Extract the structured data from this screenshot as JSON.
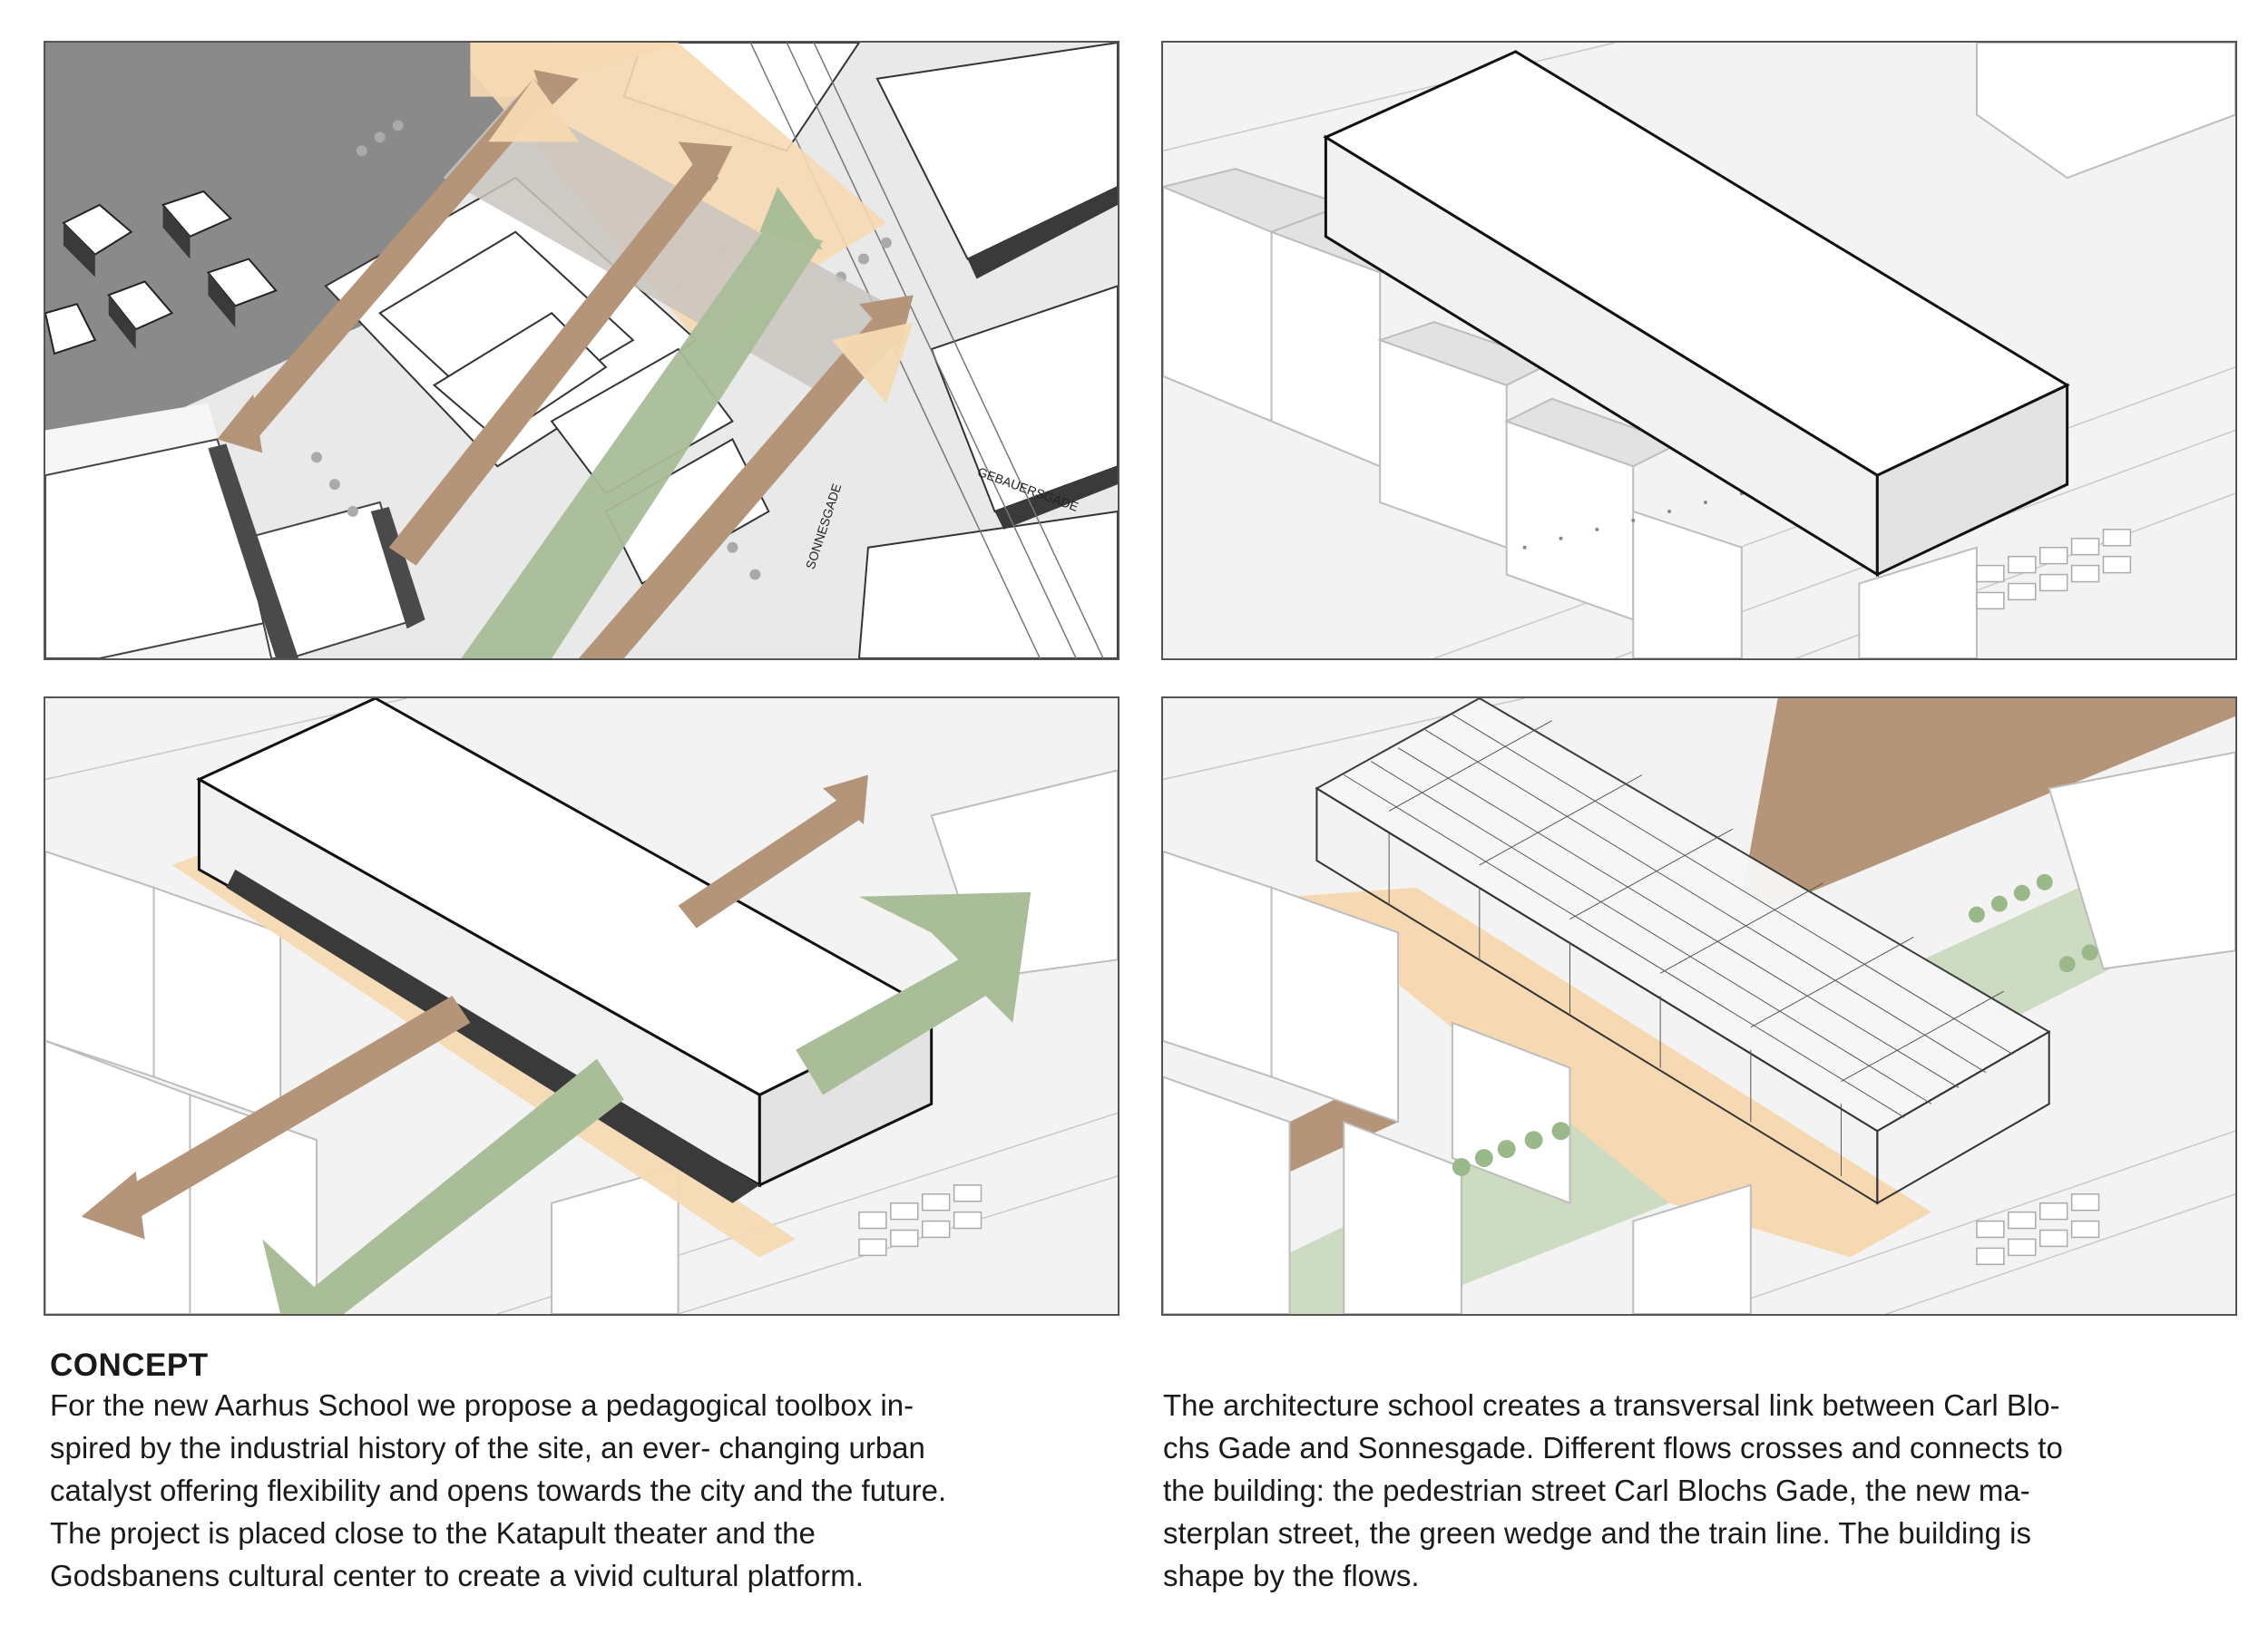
{
  "panels": {
    "site_plan": {
      "street_labels": [
        "GEBAUERSGADE",
        "SONNESGADE"
      ]
    }
  },
  "text": {
    "title": "CONCEPT",
    "left_paragraph_lines": [
      "For the new Aarhus School we propose a pedagogical toolbox in-",
      "spired by the industrial history of the site, an ever- changing urban",
      "catalyst offering flexibility and opens towards the city and the future.",
      "The project is placed close to the Katapult theater and the",
      "Godsbanens cultural center to create a vivid cultural platform."
    ],
    "right_paragraph_lines": [
      "The architecture school creates a transversal link between Carl Blo-",
      "chs Gade and Sonnesgade. Different flows crosses and connects to",
      "the building: the pedestrian street Carl Blochs Gade, the new ma-",
      "sterplan street, the green wedge and the train line. The building is",
      "shape by the flows."
    ]
  },
  "colors": {
    "flow_brown": "#b5957a",
    "flow_beige": "#f6d9b3",
    "flow_green": "#a9bd98",
    "flow_grey": "#c9c4c0",
    "building_white": "#ffffff",
    "building_shadow": "#d8d8d8",
    "dark_building": "#3a3a3a",
    "site_ground": "#8f8f8f"
  }
}
